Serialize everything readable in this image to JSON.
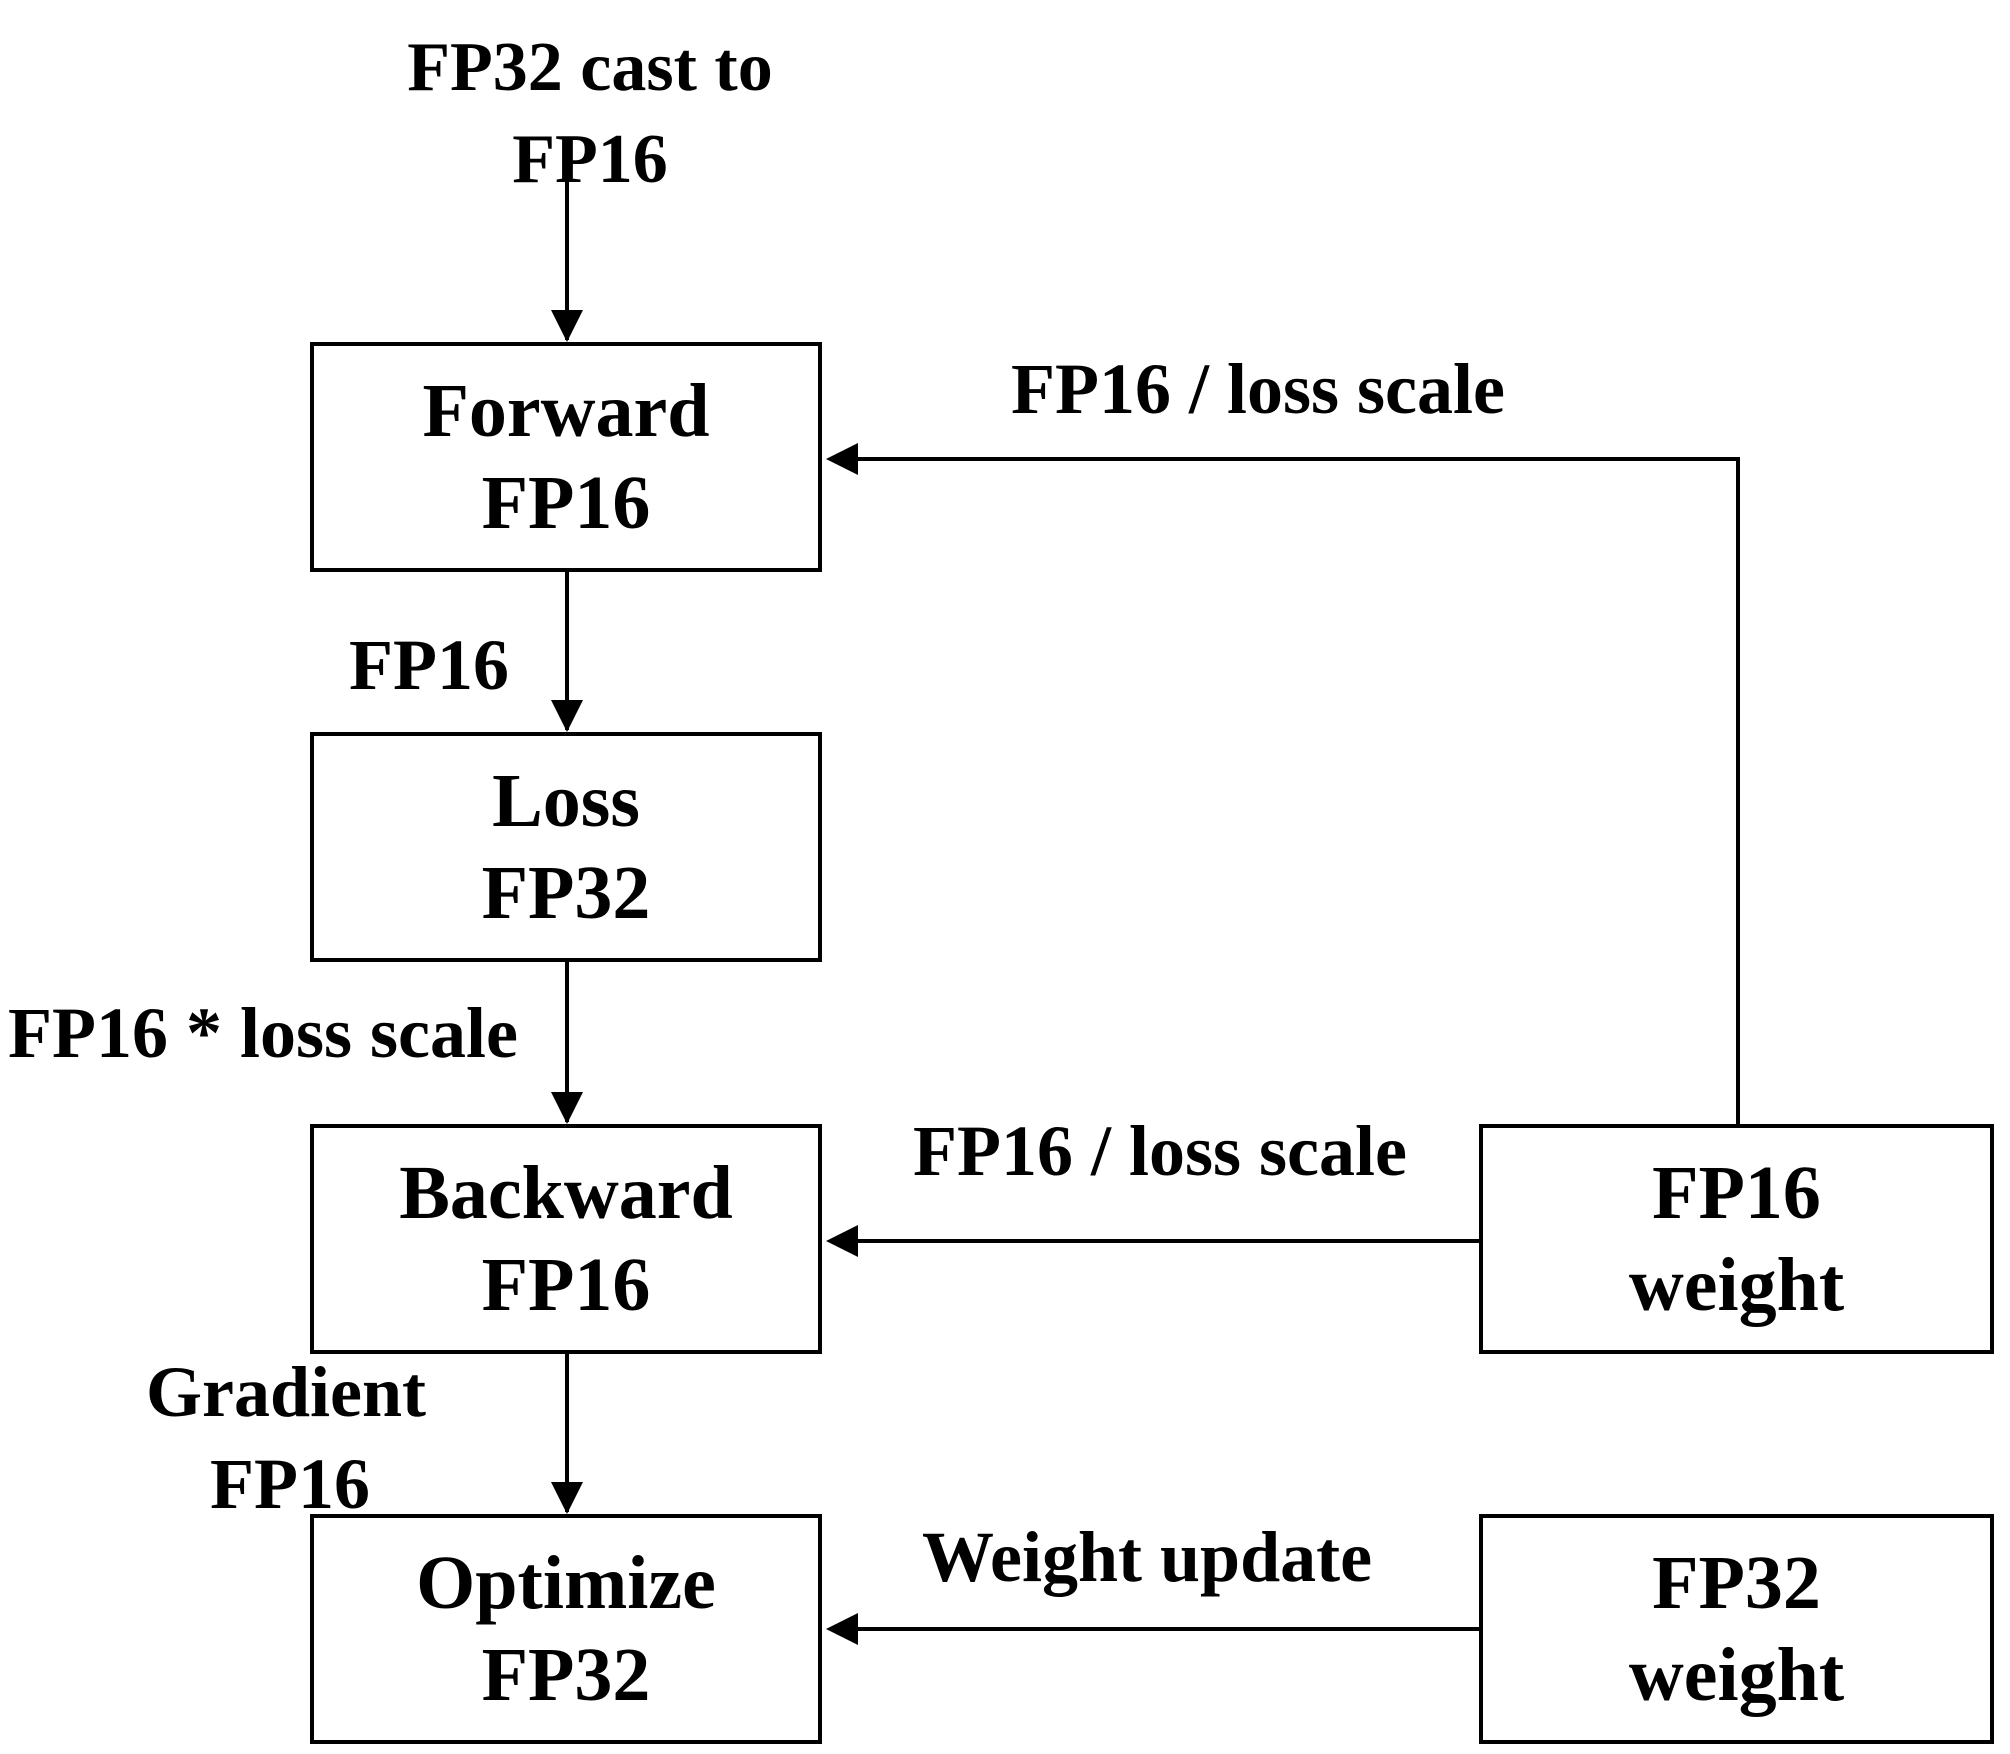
{
  "boxes": {
    "forward": {
      "line1": "Forward",
      "line2": "FP16"
    },
    "loss": {
      "line1": "Loss",
      "line2": "FP32"
    },
    "backward": {
      "line1": "Backward",
      "line2": "FP16"
    },
    "optimize": {
      "line1": "Optimize",
      "line2": "FP32"
    },
    "fp16_weight": {
      "line1": "FP16",
      "line2": "weight"
    },
    "fp32_weight": {
      "line1": "FP32",
      "line2": "weight"
    }
  },
  "labels": {
    "input": {
      "line1": "FP32 cast to",
      "line2": "FP16"
    },
    "forward_to_loss": "FP16",
    "loss_to_backward": "FP16 * loss scale",
    "backward_to_optimize": {
      "line1": "Gradient",
      "line2": "FP16"
    },
    "weight_to_forward": "FP16 / loss scale",
    "weight_to_backward": "FP16 / loss scale",
    "weight_update": "Weight update"
  },
  "colors": {
    "line": "#000000",
    "background": "#ffffff"
  }
}
